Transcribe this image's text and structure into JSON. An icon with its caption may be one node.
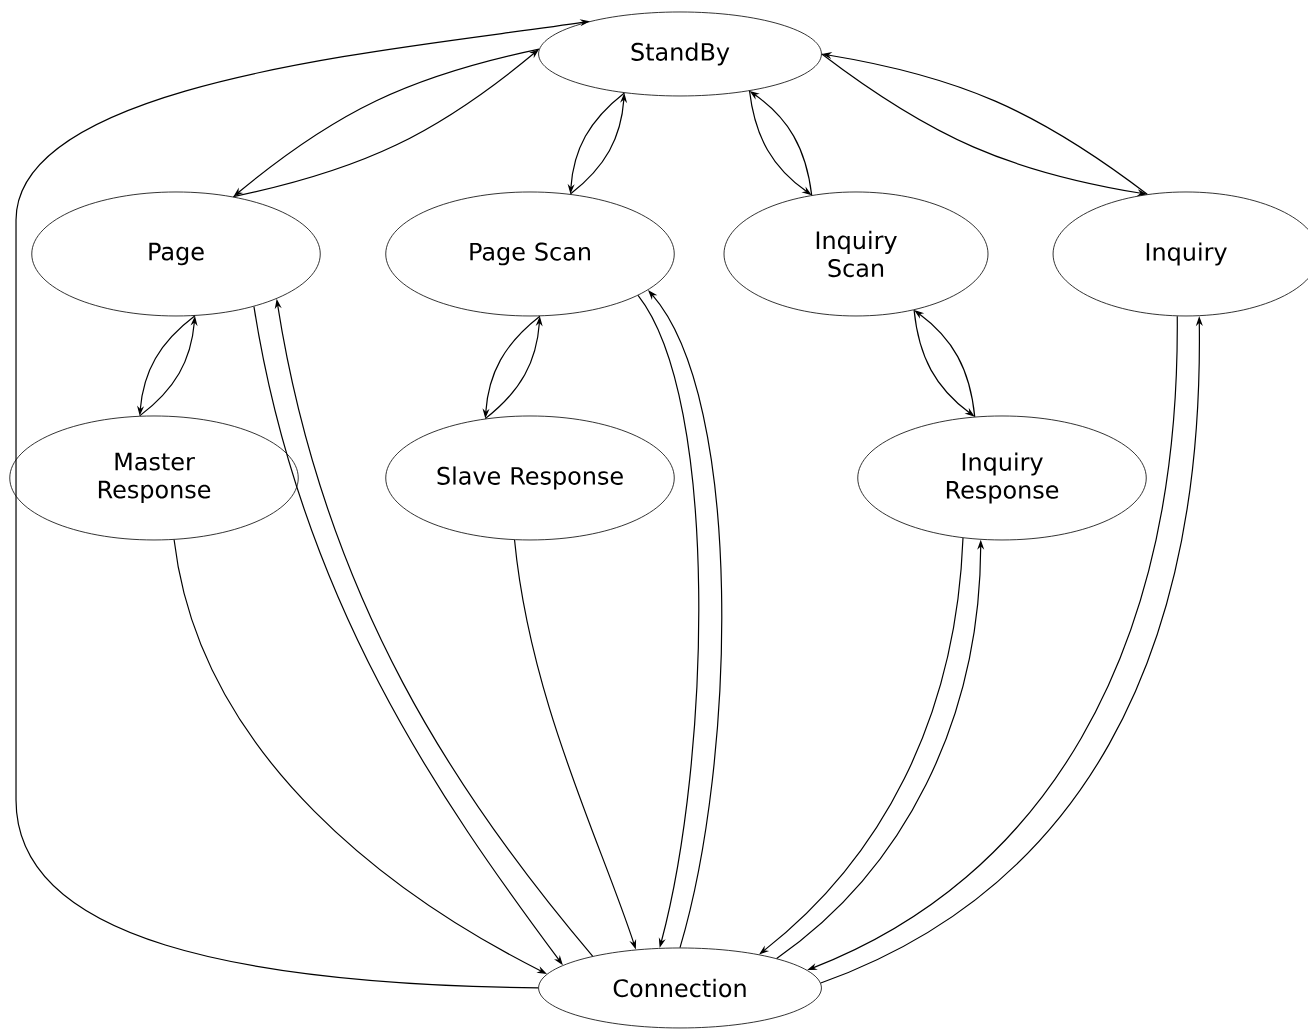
{
  "diagram": {
    "nodes": [
      {
        "text": [
          "StandBy"
        ]
      },
      {
        "text": [
          "Page"
        ]
      },
      {
        "text": [
          "Page Scan"
        ]
      },
      {
        "text": [
          "Inquiry Scan"
        ]
      },
      {
        "text": [
          "Inquiry"
        ]
      },
      {
        "text": [
          "Master Response"
        ]
      },
      {
        "text": [
          "Slave Response"
        ]
      },
      {
        "text": [
          "Inquiry Response"
        ]
      },
      {
        "text": [
          "Connection"
        ]
      }
    ],
    "edges": [
      {
        "from": 0,
        "to": 1,
        "arrow": "to"
      },
      {
        "from": 1,
        "to": 0,
        "arrow": "to"
      },
      {
        "from": 0,
        "to": 2,
        "arrow": "to"
      },
      {
        "from": 2,
        "to": 0,
        "arrow": "to"
      },
      {
        "from": 0,
        "to": 3,
        "arrow": "to"
      },
      {
        "from": 3,
        "to": 0,
        "arrow": "to"
      },
      {
        "from": 0,
        "to": 4,
        "arrow": "to"
      },
      {
        "from": 4,
        "to": 0,
        "arrow": "to"
      },
      {
        "from": 1,
        "to": 5,
        "arrow": "to"
      },
      {
        "from": 5,
        "to": 1,
        "arrow": "to"
      },
      {
        "from": 2,
        "to": 6,
        "arrow": "to"
      },
      {
        "from": 6,
        "to": 2,
        "arrow": "to"
      },
      {
        "from": 3,
        "to": 7,
        "arrow": "to"
      },
      {
        "from": 7,
        "to": 3,
        "arrow": "to"
      },
      {
        "from": 1,
        "to": 8,
        "arrow": "to"
      },
      {
        "from": 8,
        "to": 1,
        "arrow": "to"
      },
      {
        "from": 2,
        "to": 8,
        "arrow": "to"
      },
      {
        "from": 8,
        "to": 2,
        "arrow": "to"
      },
      {
        "from": 7,
        "to": 8,
        "arrow": "to"
      },
      {
        "from": 8,
        "to": 7,
        "arrow": "to"
      },
      {
        "from": 4,
        "to": 8,
        "arrow": "to"
      },
      {
        "from": 8,
        "to": 4,
        "arrow": "to"
      },
      {
        "from": 5,
        "to": 8,
        "arrow": "to"
      },
      {
        "from": 6,
        "to": 8,
        "arrow": "to"
      },
      {
        "from": 8,
        "to": 0,
        "arrow": "to"
      }
    ]
  }
}
